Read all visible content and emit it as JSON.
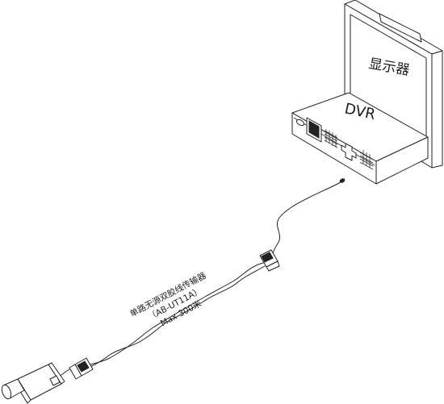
{
  "monitor": {
    "label": "显示器"
  },
  "dvr": {
    "label": "DVR"
  },
  "transmitter": {
    "name": "单路无源双胶线传输器",
    "model": "（AB-UT11A）",
    "distance": "Max 300米"
  }
}
